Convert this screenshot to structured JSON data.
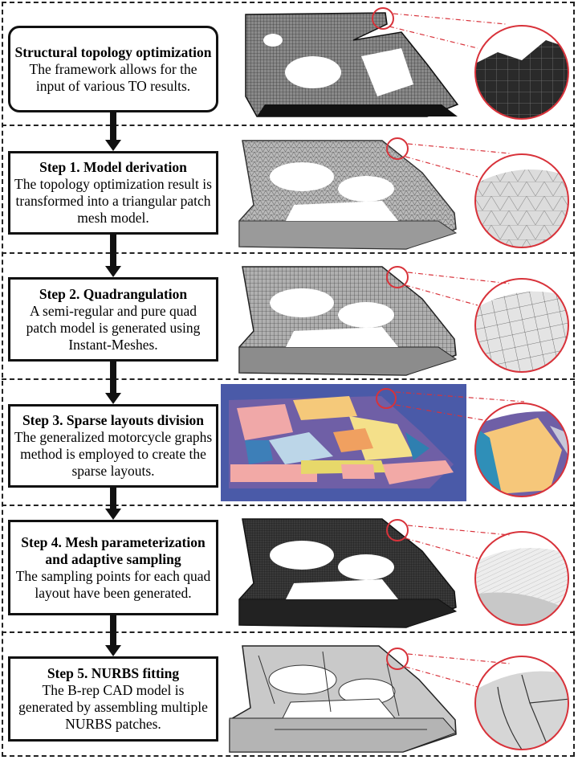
{
  "steps": [
    {
      "title": "Structural topology optimization",
      "desc": "The framework allows for the input of various TO results."
    },
    {
      "title": "Step 1. Model derivation",
      "desc": "The topology optimization result is transformed into a triangular patch mesh model."
    },
    {
      "title": "Step 2. Quadrangulation",
      "desc": "A semi-regular and pure quad patch model is generated using Instant-Meshes."
    },
    {
      "title": "Step 3. Sparse layouts division",
      "desc": "The generalized motorcycle graphs method is employed to create the sparse layouts."
    },
    {
      "title": "Step 4. Mesh parameterization and adaptive sampling",
      "desc": "The sampling points for each quad layout have been generated."
    },
    {
      "title": "Step 5. NURBS fitting",
      "desc": "The B-rep CAD model is generated by assembling multiple NURBS patches."
    }
  ],
  "colors": {
    "zoom_circle": "#d8323a",
    "border": "#222222",
    "layout_bg": "#4a5aa8"
  }
}
